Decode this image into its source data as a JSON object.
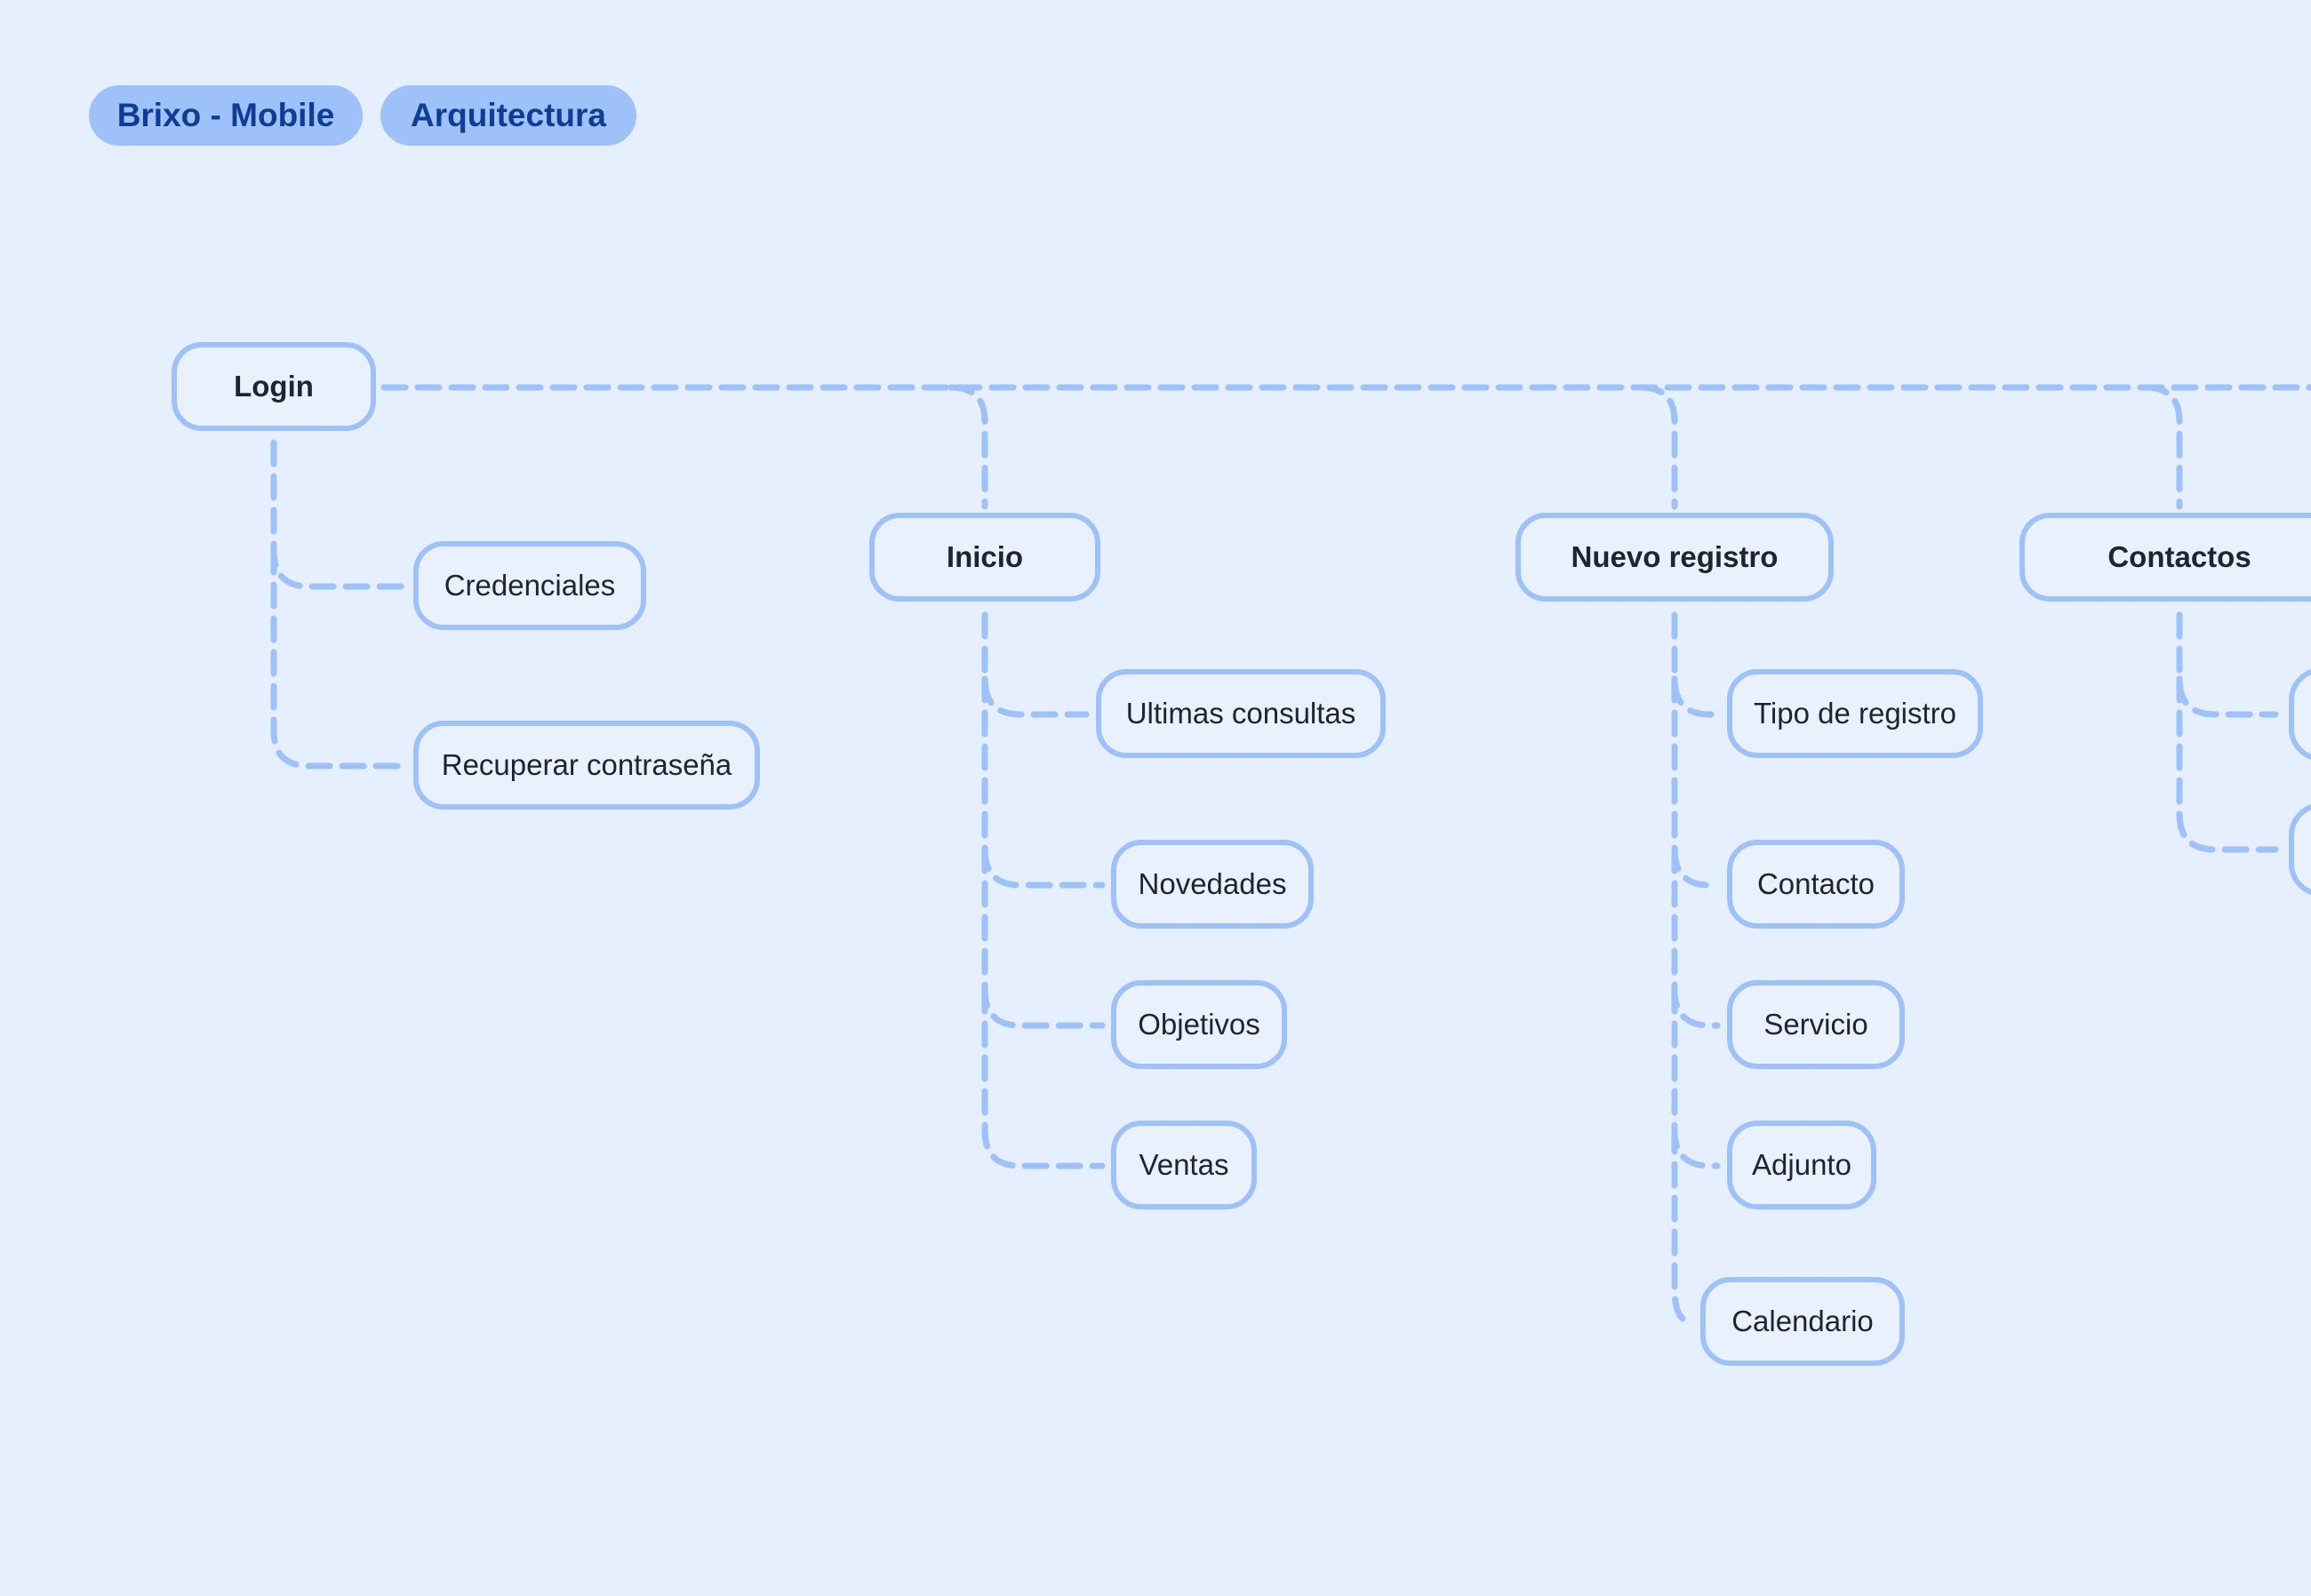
{
  "header": {
    "tag_project": "Brixo - Mobile",
    "tag_section": "Arquitectura"
  },
  "colors": {
    "background": "#e5effd",
    "accent": "#9ec1fa",
    "tag_text": "#0f3d96",
    "node_text": "#1e2530"
  },
  "diagram": {
    "root": {
      "label": "Login",
      "children": [
        "Credenciales",
        "Recuperar contraseña"
      ]
    },
    "sections": [
      {
        "label": "Inicio",
        "children": [
          "Ultimas consultas",
          "Novedades",
          "Objetivos",
          "Ventas"
        ]
      },
      {
        "label": "Nuevo registro",
        "children": [
          "Tipo de registro",
          "Contacto",
          "Servicio",
          "Adjunto",
          "Calendario"
        ]
      },
      {
        "label": "Contactos",
        "children": [
          "",
          ""
        ]
      }
    ]
  }
}
